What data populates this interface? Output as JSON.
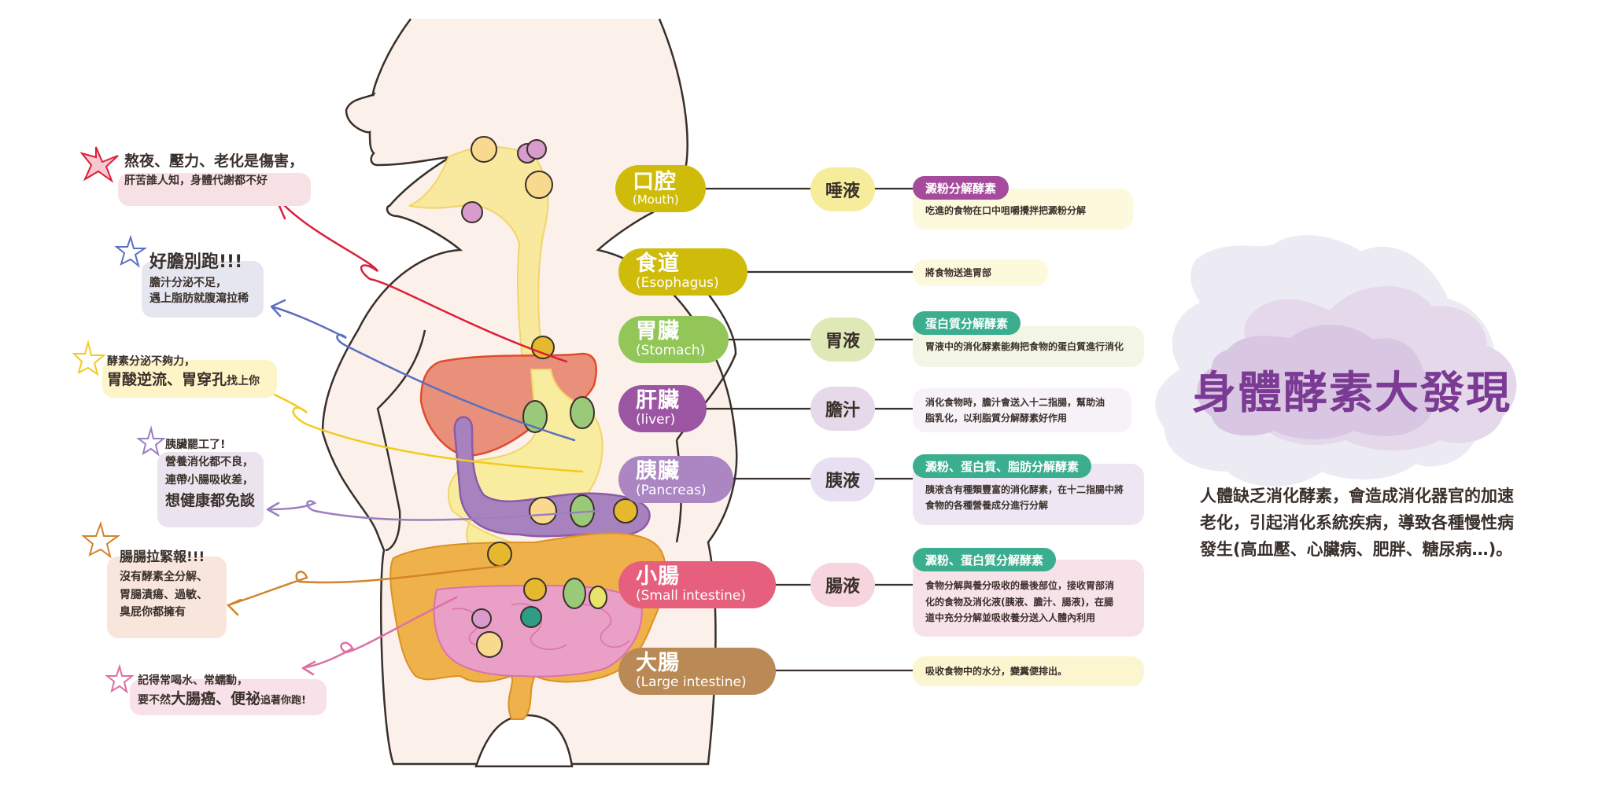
{
  "title": "身體酵素大發現",
  "summary": "人體缺乏消化酵素，會造成消化器官的加速老化，引起消化系統疾病，導致各種慢性病發生(高血壓、心臟病、肥胖、糖尿病…)。",
  "colors": {
    "title": "#7b3a93",
    "body_skin": "#fbf1ea",
    "outline": "#3a302b",
    "enzyme_starch": "#a64b9c",
    "enzyme_green": "#3aae8f"
  },
  "tips": [
    {
      "color": "#d9203a",
      "icon": "star-icon",
      "lines": [
        "熬夜、壓力、老化是傷害，",
        "肝苦誰人知，身體代謝都不好"
      ]
    },
    {
      "color": "#5b6fc0",
      "icon": "star-icon",
      "lines": [
        "好膽別跑!!!",
        "膽汁分泌不足，",
        "遇上脂肪就腹瀉拉稀"
      ]
    },
    {
      "color": "#f2cb1d",
      "icon": "star-icon",
      "lines": [
        "酵素分泌不夠力，",
        "胃酸逆流、胃穿孔",
        "找上你"
      ]
    },
    {
      "color": "#9b7fc0",
      "icon": "star-icon",
      "lines": [
        "胰臟罷工了!",
        "營養消化都不良，",
        "連帶小腸吸收差，",
        "想健康都免談"
      ]
    },
    {
      "color": "#d2842a",
      "icon": "star-icon",
      "lines": [
        "腸腸拉緊報!!!",
        "沒有酵素全分解、",
        "胃腸潰瘍、過敏、",
        "臭屁你都擁有"
      ]
    },
    {
      "color": "#de6fa4",
      "icon": "star-icon",
      "lines": [
        "記得常喝水、常蠕動，",
        "要不然",
        "大腸癌、便祕",
        "追著你跑!"
      ]
    }
  ],
  "organs": [
    {
      "zh": "口腔",
      "en": "(Mouth)",
      "color": "#cfbc0a",
      "fluid": {
        "label": "唾液",
        "color": "#f6ed9c"
      },
      "enzyme": {
        "label": "澱粉分解酵素",
        "color": "#a64b9c"
      },
      "description": [
        "吃進的食物在口中咀嚼攪拌把澱粉分解"
      ],
      "desc_bg": "#fdf9dc"
    },
    {
      "zh": "食道",
      "en": "(Esophagus)",
      "color": "#cfbc0a",
      "fluid": null,
      "enzyme": null,
      "description": [
        "將食物送進胃部"
      ],
      "desc_bg": "#fdf9dc"
    },
    {
      "zh": "胃臟",
      "en": "(Stomach)",
      "color": "#93c659",
      "fluid": {
        "label": "胃液",
        "color": "#dfe9b8"
      },
      "enzyme": {
        "label": "蛋白質分解酵素",
        "color": "#3aae8f"
      },
      "description": [
        "胃液中的消化酵素能夠把食物的蛋白質進行消化"
      ],
      "desc_bg": "#f3f6e4"
    },
    {
      "zh": "肝臟",
      "en": "(liver)",
      "color": "#9c55a3",
      "fluid": {
        "label": "膽汁",
        "color": "#e6d9ea"
      },
      "enzyme": null,
      "description": [
        "消化食物時，膽汁會送入十二指腸，幫助油",
        "脂乳化，以利脂質分解酵素好作用"
      ],
      "desc_bg": "#f7f1f8"
    },
    {
      "zh": "胰臟",
      "en": "(Pancreas)",
      "color": "#ab86c2",
      "fluid": {
        "label": "胰液",
        "color": "#e8e0f0"
      },
      "enzyme": {
        "label": "澱粉、蛋白質、脂肪分解酵素",
        "color": "#3aae8f"
      },
      "description": [
        "胰液含有種類豐富的消化酵素，在十二指腸中將",
        "食物的各種營養成分進行分解"
      ],
      "desc_bg": "#eee6f3"
    },
    {
      "zh": "小腸",
      "en": "(Small intestine)",
      "color": "#e65f7c",
      "fluid": {
        "label": "腸液",
        "color": "#f7d5de"
      },
      "enzyme": {
        "label": "澱粉、蛋白質分解酵素",
        "color": "#3aae8f"
      },
      "description": [
        "食物分解與養分吸收的最後部位，接收胃部消",
        "化的食物及消化液(胰液、膽汁、腸液)，在腸",
        "道中充分分解並吸收養分送入人體內利用"
      ],
      "desc_bg": "#f8e2ea"
    },
    {
      "zh": "大腸",
      "en": "(Large intestine)",
      "color": "#b98a56",
      "fluid": null,
      "enzyme": null,
      "description": [
        "吸收食物中的水分，變糞便排出。"
      ],
      "desc_bg": "#fbf6cf"
    }
  ]
}
